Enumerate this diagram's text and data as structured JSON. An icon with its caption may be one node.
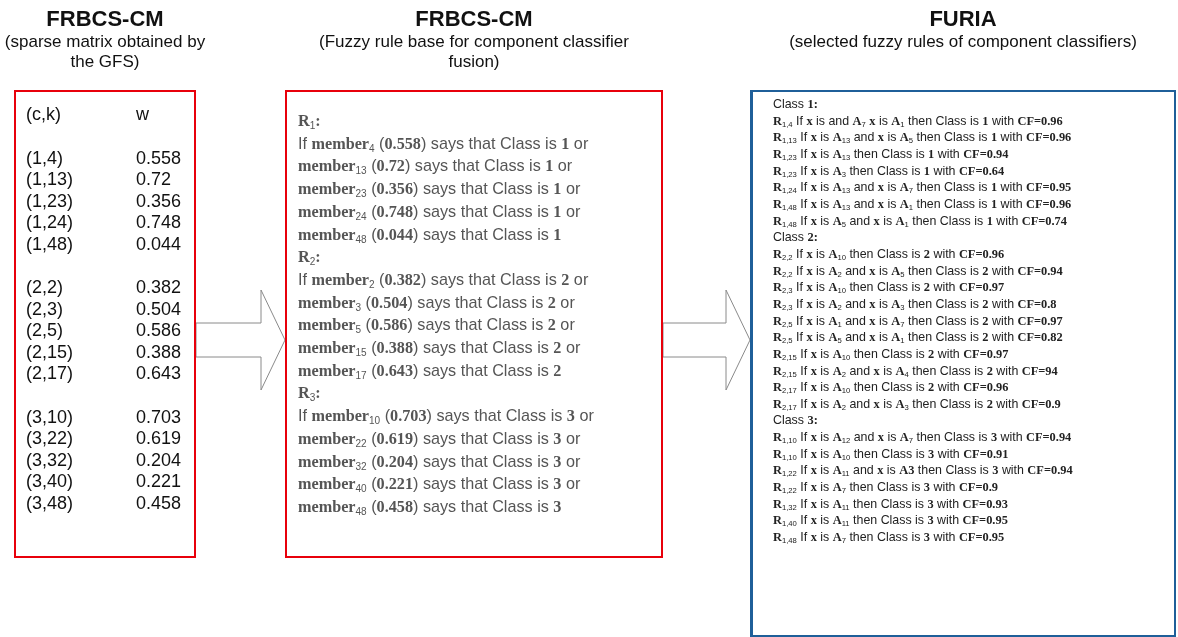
{
  "diagram": {
    "nodes": [
      {
        "text": [
          "FRBCS-CM",
          "(sparse matrix obtained by the GFS)",
          "(c,k)",
          "w",
          "(1,4)",
          "0.558",
          "(1,13)",
          "0.72",
          "(1,23)",
          "0.356",
          "(1,24)",
          "0.748",
          "(1,48)",
          "0.044",
          "(2,2)",
          "0.382",
          "(2,3)",
          "0.504",
          "(2,5)",
          "0.586",
          "(2,15)",
          "0.388",
          "(2,17)",
          "0.643",
          "(3,10)",
          "0.703",
          "(3,22)",
          "0.619",
          "(3,32)",
          "0.204",
          "(3,40)",
          "0.221",
          "(3,48)",
          "0.458"
        ]
      },
      {
        "text": [
          "FRBCS-CM",
          "(Fuzzy rule base for component classifier fusion)",
          "**R**$_{1}$**:**",
          "If **member**$_{4}$ (**0.558**) says that Class is **1** or",
          "**member**$_{13}$ (**0.72**) says that Class is **1** or",
          "**member**$_{23}$ (**0.356**) says that Class is **1** or",
          "**member**$_{24}$ (**0.748**) says that Class is **1** or",
          "**member**$_{48}$ (**0.044**) says that Class is **1**",
          "**R**$_{2}$**:**",
          "If **member**$_{2}$ (**0.382**) says that Class is **2** or",
          "**member**$_{3}$ (**0.504**) says that Class is **2** or",
          "**member**$_{5}$ (**0.586**) says that Class is **2** or",
          "**member**$_{15}$ (**0.388**) says that Class is **2** or",
          "**member**$_{17}$ (**0.643**) says that Class is **2**",
          "**R**$_{3}$**:**",
          "If **member**$_{10}$ (**0.703**) says that Class is **3** or",
          "**member**$_{22}$ (**0.619**) says that Class is **3** or",
          "**member**$_{32}$ (**0.204**) says that Class is **3** or",
          "**member**$_{40}$ (**0.221**) says that Class is **3** or",
          "**member**$_{48}$ (**0.458**) says that Class is **3**"
        ]
      },
      {
        "text": [
          "FURIA",
          "(selected fuzzy rules of component classifiers)",
          "Class **1:**",
          "**R**$_{1,4}$ If **x** is and **A**$_{7}$ **x** is **A**$_{1}$ then Class is **1** with **CF=0.96**",
          "**R**$_{1,13}$ If **x** is **A**$_{13}$ and **x** is **A**$_{5}$ then Class is **1** with **CF=0.96**",
          "**R**$_{1,23}$ If **x** is **A**$_{13}$ then Class is **1** with **CF=0.94**",
          "**R**$_{1,23}$ If **x** is **A**$_{3}$ then Class is **1** with **CF=0.64**",
          "**R**$_{1,24}$ If **x** is **A**$_{13}$ and **x** is **A**$_{7}$ then Class is **1** with **CF=0.95**",
          "**R**$_{1,48}$ If **x** is **A**$_{13}$ and **x** is **A**$_{1}$ then Class is **1** with **CF=0.96**",
          "**R**$_{1,48}$ If **x** is **A**$_{5}$ and **x** is **A**$_{1}$ then Class is **1** with **CF=0.74**",
          "Class **2:**",
          "**R**$_{2,2}$ If **x** is **A**$_{10}$ then Class is **2** with **CF=0.96**",
          "**R**$_{2,2}$ If **x** is **A**$_{2}$ and **x** is **A**$_{5}$ then Class is **2** with **CF=0.94**",
          "**R**$_{2,3}$ If **x** is **A**$_{10}$ then Class is **2** with **CF=0.97**",
          "**R**$_{2,3}$ If **x** is **A**$_{2}$ and **x** is **A**$_{3}$ then Class is **2** with **CF=0.8**",
          "**R**$_{2,5}$ If **x** is **A**$_{1}$ and **x** is **A**$_{7}$ then Class is **2** with **CF=0.97**",
          "**R**$_{2,5}$ If **x** is **A**$_{5}$ and **x** is **A**$_{1}$ then Class is **2** with **CF=0.82**",
          "**R**$_{2,15}$ If **x** is **A**$_{10}$ then Class is **2** with **CF=0.97**",
          "**R**$_{2,15}$ If **x** is **A**$_{2}$ and **x** is **A**$_{4}$ then Class is **2** with **CF=94**",
          "**R**$_{2,17}$ If **x** is **A**$_{10}$ then Class is **2** with **CF=0.96**",
          "**R**$_{2,17}$ If **x** is **A**$_{2}$ and **x** is **A**$_{3}$ then Class is **2** with **CF=0.9**",
          "Class **3:**",
          "**R**$_{1,10}$ If **x** is **A**$_{12}$ and **x** is **A**$_{7}$ then Class is **3** with **CF=0.94**",
          "**R**$_{1,10}$ If **x** is **A**$_{10}$ then Class is **3** with **CF=0.91**",
          "**R**$_{1,22}$ If **x** is **A**$_{11}$ and **x** is **A3** then Class is **3** with **CF=0.94**",
          "**R**$_{1,22}$ If **x** is **A**$_{7}$ then Class is **3** with **CF=0.9**",
          "**R**$_{1,32}$ If **x** is **A**$_{11}$ then Class is **3** with **CF=0.93**",
          "**R**$_{1,40}$ If **x** is **A**$_{11}$ then Class is **3** with **CF=0.95**",
          "**R**$_{1,48}$ If **x** is **A**$_{7}$ then Class is **3** with **CF=0.95**"
        ]
      }
    ],
    "edges": [
      {
        "from": 0,
        "to": 1,
        "arrow": "to"
      },
      {
        "from": 1,
        "to": 2,
        "arrow": "to"
      }
    ]
  }
}
